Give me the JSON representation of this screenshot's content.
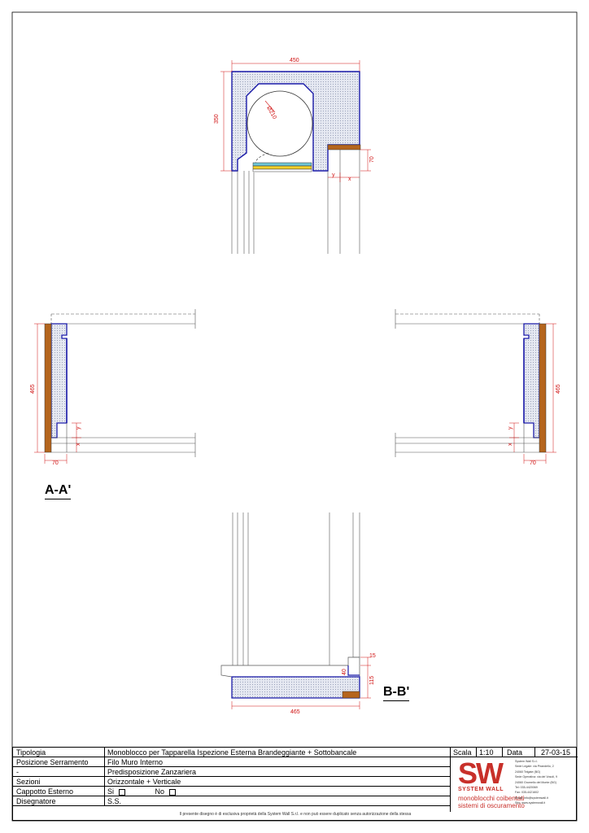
{
  "dimensions": {
    "top_width": "450",
    "top_height": "350",
    "top_diameter": "Ø210",
    "top_70": "70",
    "top_y": "y",
    "top_x": "x",
    "left_height": "465",
    "left_width": "70",
    "left_y": "y",
    "left_x": "x",
    "right_height": "465",
    "right_width": "70",
    "right_y": "y",
    "right_x": "x",
    "bottom_width": "465",
    "bottom_15": "15",
    "bottom_40": "40",
    "bottom_115": "115"
  },
  "section_labels": {
    "aa": "A-A'",
    "bb": "B-B'"
  },
  "colors": {
    "outline_blue": "#1a1aa8",
    "insulation_fill": "#dfe3ee",
    "wood": "#b5651d",
    "dim_red": "#d01010",
    "yellow": "#f2d02a",
    "cyan": "#6fc6d6",
    "brand_red": "#c8302a"
  },
  "title_block": {
    "rows": [
      {
        "label": "Tipologia",
        "value": "Monoblocco per Tapparella Ispezione Esterna Brandeggiante + Sottobancale"
      },
      {
        "label": "Posizione Serramento",
        "value": "Filo Muro Interno"
      },
      {
        "label": "-",
        "value": "Predisposizione Zanzariera"
      },
      {
        "label": "Sezioni",
        "value": "Orizzontale + Verticale"
      },
      {
        "label": "Cappotto Esterno",
        "value": ""
      },
      {
        "label": "Disegnatore",
        "value": "S.S."
      }
    ],
    "cappotto_si": "Si",
    "cappotto_no": "No",
    "scala_label": "Scala",
    "scala_value": "1:10",
    "data_label": "Data",
    "data_value": "27-03-15",
    "footer": "Il presente disegno è di esclusiva proprietà della System Wall S.r.l. e non può essere duplicato senza autorizzazione della stessa"
  },
  "logo": {
    "mark": "SW",
    "name": "SYSTEM WALL",
    "tagline1": "monoblocchi coibentati",
    "tagline2": "sistemi di oscuramento",
    "info_lines": [
      "System Wall S.r.l.",
      "Sede Legale: via Pirandello, 2",
      "24060 Telgate (BG)",
      "Sede Operativa: via dei Vosoli, 9",
      "24060 Grumello del Monte (BG)",
      "Tel: 035-4420069",
      "Fax: 035-4421602",
      "Email: info@systemwall.it",
      "Sito: www.systemwall.it"
    ]
  }
}
